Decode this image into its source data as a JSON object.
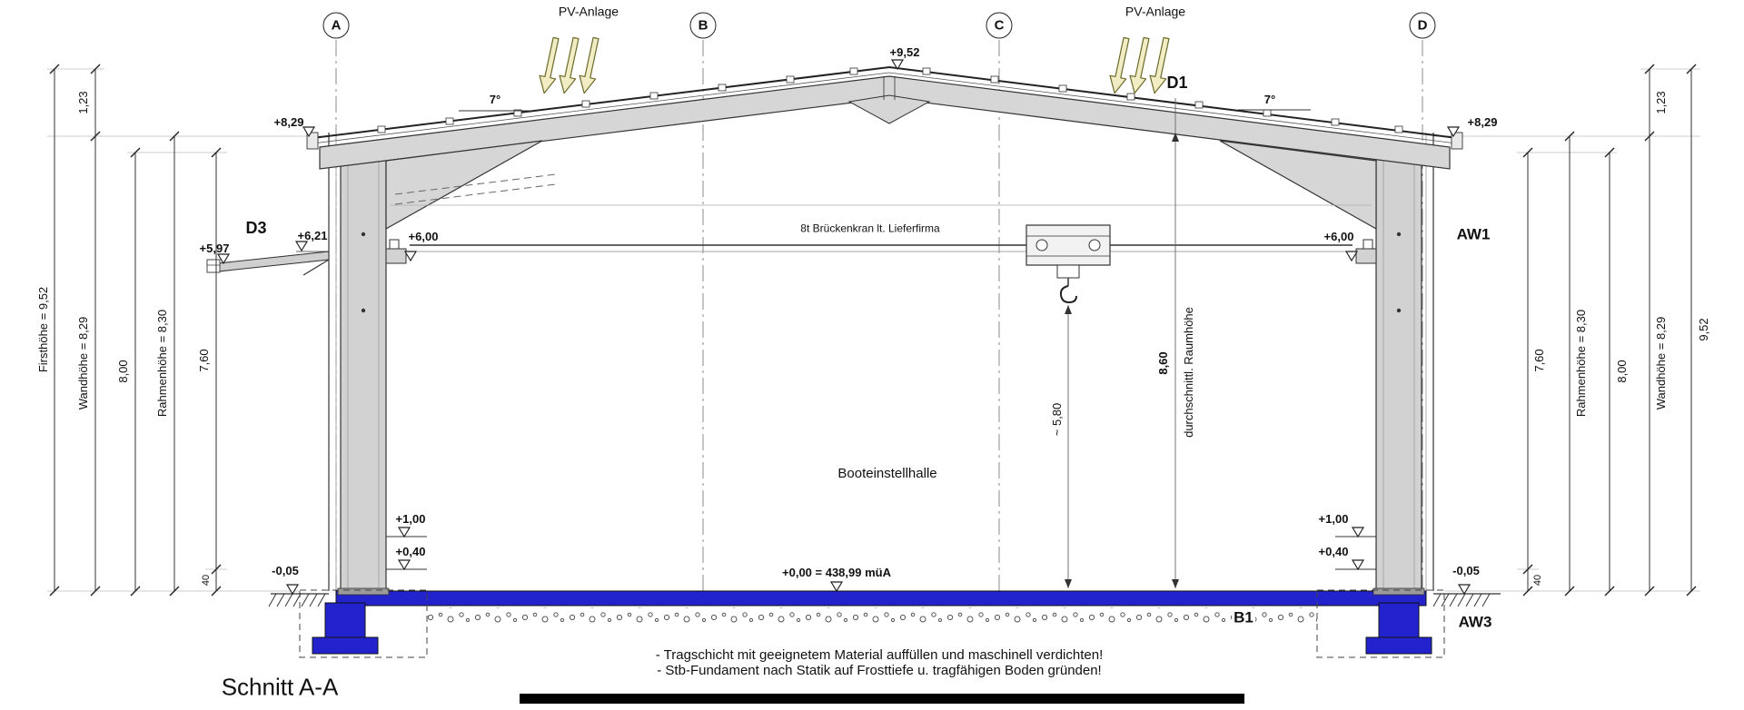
{
  "title": "Schnitt A-A",
  "axes": {
    "a": "A",
    "b": "B",
    "c": "C",
    "d": "D"
  },
  "pv": {
    "left": "PV-Anlage",
    "right": "PV-Anlage"
  },
  "roof": {
    "slope_left": "7°",
    "slope_right": "7°"
  },
  "levels": {
    "ridge": "+9,52",
    "eave_left": "+8,29",
    "eave_right": "+8,29",
    "crane_rail_left": "+6,00",
    "crane_rail_right": "+6,00",
    "canopy_top": "+6,21",
    "canopy_edge": "+5,97",
    "plinth_upper_left": "+1,00",
    "plinth_lower_left": "+0,40",
    "plinth_upper_right": "+1,00",
    "plinth_lower_right": "+0,40",
    "ground_left": "-0,05",
    "ground_right": "-0,05",
    "finished_floor": "+0,00 = 438,99 müA"
  },
  "components": {
    "d3": "D3",
    "d1": "D1",
    "aw1": "AW1",
    "aw3": "AW3",
    "b1": "B1"
  },
  "annotations": {
    "crane": "8t Brückenkran lt. Lieferfirma",
    "hall": "Booteinstellhalle",
    "hook_clearance": "~ 5,80",
    "room_height_value": "8,60",
    "room_height_label": "durchschnittl. Raumhöhe"
  },
  "dimensions_left": {
    "firsthoehe": "Firsthöhe = 9,52",
    "ridge_offset": "1,23",
    "wandhoehe": "Wandhöhe = 8,29",
    "height_800": "8,00",
    "rahmenhoehe": "Rahmenhöhe = 8,30",
    "height_760": "7,60",
    "plinth_40": "40"
  },
  "dimensions_right": {
    "firsthoehe": "9,52",
    "ridge_offset": "1,23",
    "wandhoehe": "Wandhöhe = 8,29",
    "height_800": "8,00",
    "rahmenhoehe": "Rahmenhöhe = 8,30",
    "height_760": "7,60",
    "plinth_40": "40"
  },
  "notes": [
    "- Tragschicht mit geeignetem Material auffüllen und maschinell verdichten!",
    "- Stb-Fundament nach Statik auf Frosttiefe u. tragfähigen Boden gründen!"
  ],
  "colors": {
    "foundation_blue": "#2323cd",
    "steel_gray": "#d6d6d6",
    "pv_arrow_fill": "#f1ecc3"
  }
}
